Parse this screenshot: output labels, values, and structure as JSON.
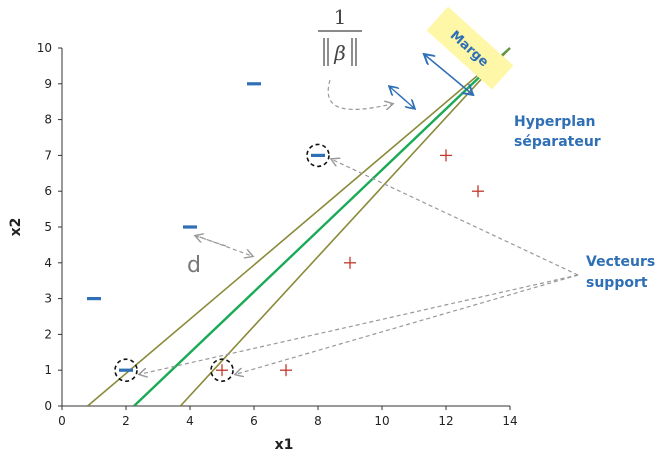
{
  "chart_data": {
    "type": "scatter",
    "xlabel": "x1",
    "ylabel": "x2",
    "xlim": [
      0,
      14
    ],
    "ylim": [
      0,
      10
    ],
    "xticks": [
      0,
      2,
      4,
      6,
      8,
      10,
      12,
      14
    ],
    "yticks": [
      0,
      1,
      2,
      3,
      4,
      5,
      6,
      7,
      8,
      9,
      10
    ],
    "grid": false,
    "series": [
      {
        "marker": "minus",
        "color": "#2e6fb5",
        "points": [
          [
            1,
            3
          ],
          [
            2,
            1
          ],
          [
            4,
            5
          ],
          [
            6,
            9
          ],
          [
            8,
            7
          ]
        ]
      },
      {
        "marker": "plus",
        "color": "#c0392b",
        "points": [
          [
            5,
            1
          ],
          [
            7,
            1
          ],
          [
            9,
            4
          ],
          [
            12,
            7
          ],
          [
            13,
            6
          ]
        ]
      }
    ],
    "lines": [
      {
        "role": "margin",
        "color": "#8a8a3a",
        "from": [
          0.8,
          0
        ],
        "to": [
          14,
          10
        ]
      },
      {
        "role": "hyperplane",
        "color": "#1aaa55",
        "from": [
          2.25,
          0
        ],
        "to": [
          14,
          10
        ]
      },
      {
        "role": "margin",
        "color": "#8a8a3a",
        "from": [
          3.7,
          0
        ],
        "to": [
          14,
          10
        ]
      }
    ],
    "support_vectors": [
      [
        2,
        1
      ],
      [
        8,
        7
      ],
      [
        5,
        1
      ]
    ],
    "annotations": {
      "hyperplane": [
        "Hyperplan",
        "séparateur"
      ],
      "support": [
        "Vecteurs",
        "support"
      ],
      "margin": "Marge",
      "distance": "d",
      "formula_numerator": "1",
      "formula_symbol": "β"
    },
    "colors": {
      "minus": "#2e6fb5",
      "plus": "#c0392b",
      "hyperplane": "#1aaa55",
      "margin": "#8a8a3a",
      "arrow": "#999999",
      "label": "#2e6fb5",
      "marge_box": "#fff7a8"
    }
  }
}
